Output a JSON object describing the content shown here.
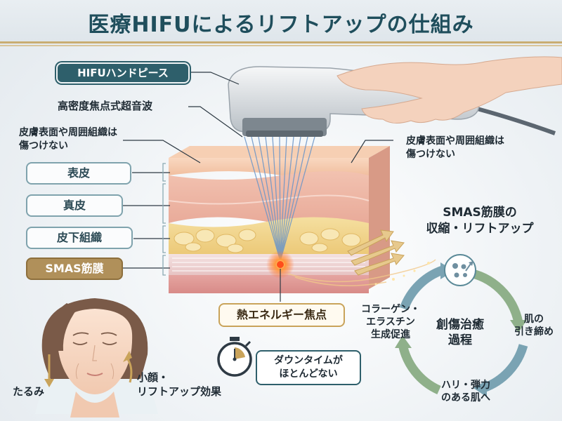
{
  "title": "医療HIFUによるリフトアップの仕組み",
  "labels": {
    "handpiece": "HIFUハンドピース",
    "high_density": "高密度焦点式超音波",
    "no_damage_left_1": "皮膚表面や周囲組織は",
    "no_damage_left_2": "傷つけない",
    "no_damage_right_1": "皮膚表面や周囲組織は",
    "no_damage_right_2": "傷つけない",
    "smas_result_1": "SMAS筋膜の",
    "smas_result_2": "収縮・リフトアップ",
    "focus_point": "熱エネルギー焦点",
    "downtime_1": "ダウンタイムが",
    "downtime_2": "ほとんどない",
    "sagging": "たるみ",
    "effect_1": "小顔・",
    "effect_2": "リフトアップ効果"
  },
  "layers": [
    "表皮",
    "真皮",
    "皮下組織",
    "SMAS筋膜"
  ],
  "cycle": {
    "center_1": "創傷治癒",
    "center_2": "過程",
    "steps": [
      {
        "line1": "肌の",
        "line2": "引き締め"
      },
      {
        "line1": "ハリ・弾力",
        "line2": "のある肌へ"
      },
      {
        "line1": "コラーゲン・",
        "line2": "エラスチン",
        "line3": "生成促進"
      }
    ]
  },
  "colors": {
    "title_text": "#1f4e5c",
    "accent_teal": "#2e5f6b",
    "accent_gold": "#b0905a",
    "cycle_green": "#8fb08a",
    "cycle_blue": "#7aa3b3"
  },
  "icons": [
    "hifu-handpiece-icon",
    "stopwatch-icon",
    "cell-icon",
    "face-illustration-icon",
    "up-arrow-icon",
    "down-arrow-icon"
  ]
}
